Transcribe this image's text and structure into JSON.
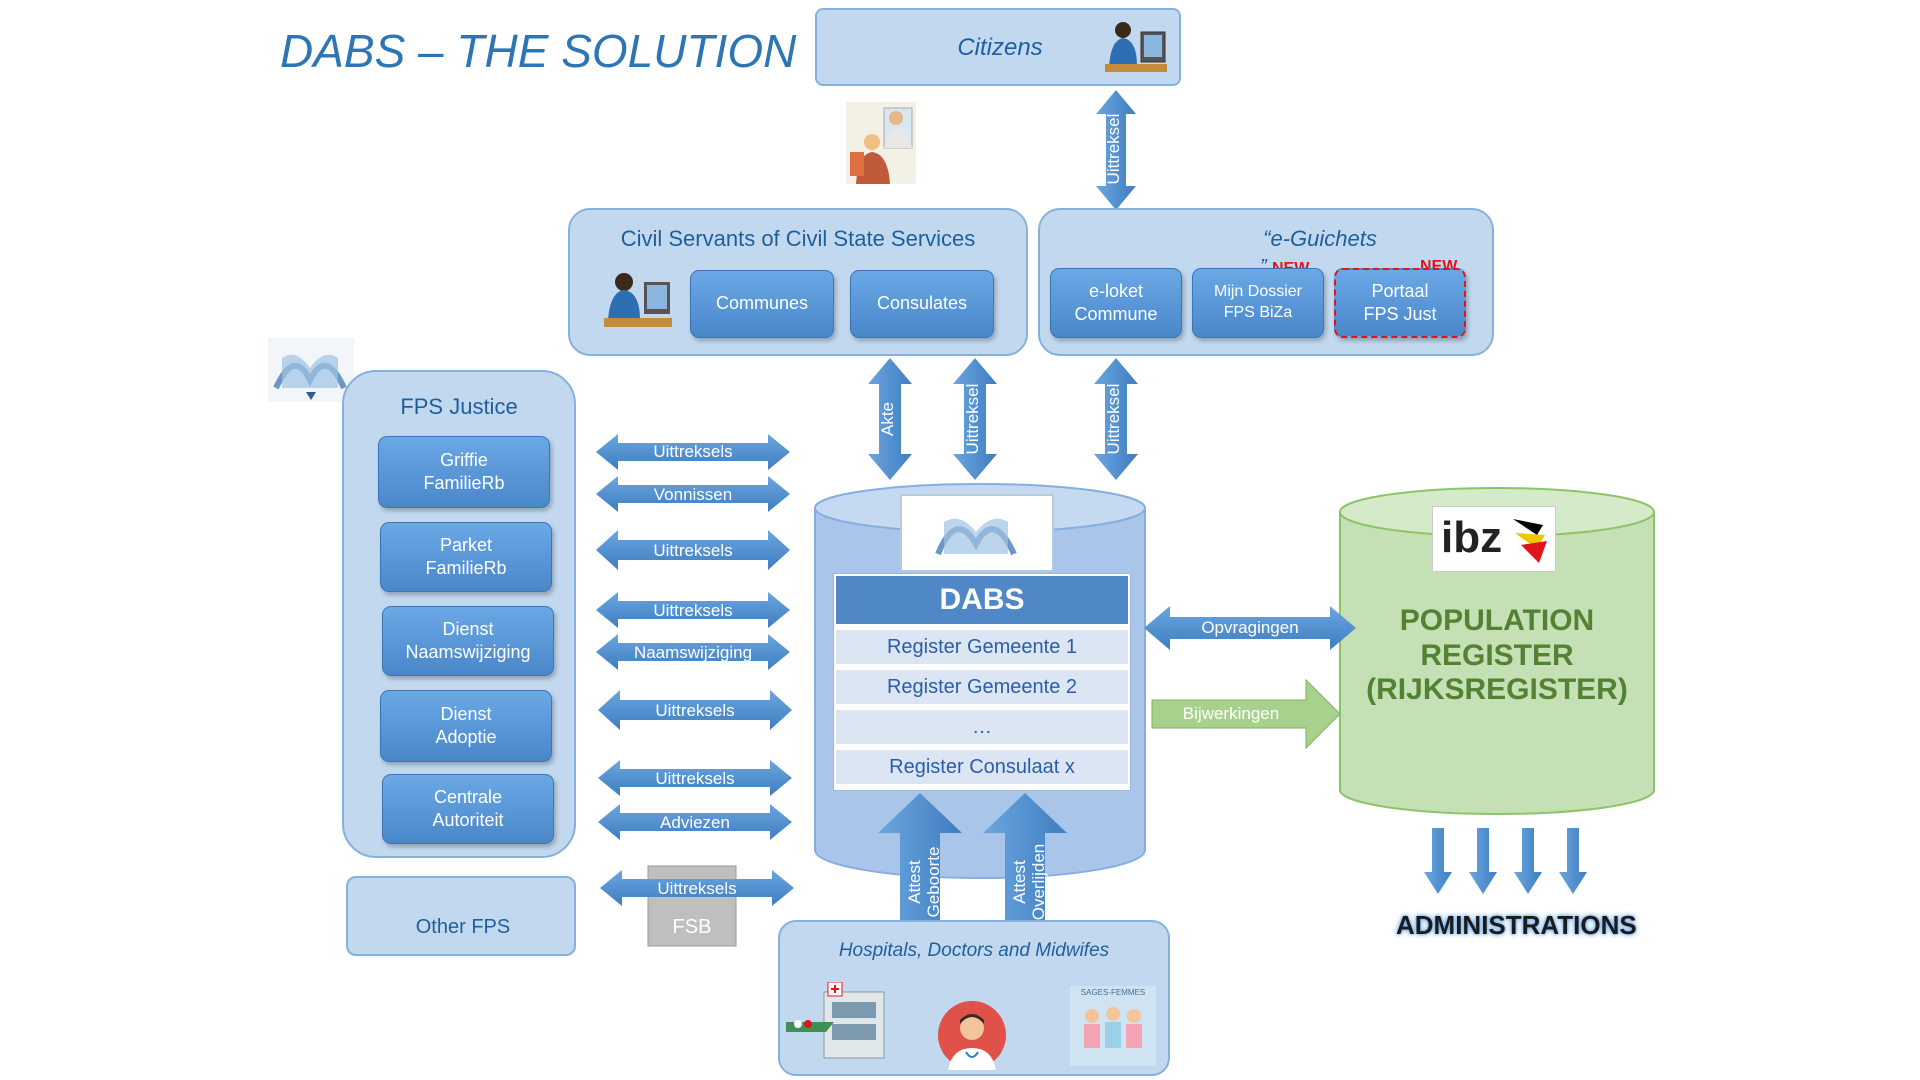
{
  "title": "DABS – THE SOLUTION",
  "citizens": {
    "label": "Citizens"
  },
  "civil_servants": {
    "title": "Civil Servants of Civil State Services",
    "tiles": [
      "Communes",
      "Consulates"
    ]
  },
  "eguichets": {
    "title": "“e-Guichets",
    "quote_end": "”",
    "tiles": [
      "e-loket\nCommune",
      "Mijn Dossier\nFPS BiZa",
      "Portaal\nFPS Just"
    ],
    "new_badge": "NEW"
  },
  "fps_justice": {
    "title": "FPS Justice",
    "tiles": [
      "Griffie\nFamilieRb",
      "Parket\nFamilieRb",
      "Dienst\nNaamswijziging",
      "Dienst\nAdoptie",
      "Centrale\nAutoriteit"
    ]
  },
  "other_fps": {
    "label": "Other FPS"
  },
  "fsb": {
    "label": "FSB"
  },
  "arrows": {
    "griffie_1": "Uittreksels",
    "griffie_2": "Vonnissen",
    "parket": "Uittreksels",
    "dienst_naam_1": "Uittreksels",
    "dienst_naam_2": "Naamswijziging",
    "adoptie": "Uittreksels",
    "centrale_1": "Uittreksels",
    "centrale_2": "Adviezen",
    "other_fps": "Uittreksels",
    "citizens_vertical": "Uittreksel",
    "civil_akte": "Akte",
    "civil_uittreksel": "Uittreksel",
    "eguichet_uittreksel": "Uittreksel",
    "opvragingen": "Opvragingen",
    "bijwerkingen": "Bijwerkingen",
    "geboorte": "Attest\nGeboorte",
    "overlijden": "Attest\nOverlijden"
  },
  "dabs": {
    "header": "DABS",
    "rows": [
      "Register Gemeente 1",
      "Register Gemeente 2",
      "…",
      "Register Consulaat x"
    ]
  },
  "population": {
    "logo_text": "ibz",
    "label": "POPULATION\nREGISTER\n(RIJKSREGISTER)"
  },
  "administrations": {
    "label": "ADMINISTRATIONS"
  },
  "hospitals": {
    "title": "Hospitals, Doctors and Midwifes",
    "midwife_sign": "SAGES-FEMMES"
  },
  "colors": {
    "accent_blue": "#2e75b6",
    "arrow_blue": "#4f8fd0",
    "panel_fill": "#c2d8ef",
    "green_cylinder": "#c5e0b4",
    "green_text": "#548235",
    "new_red": "#e0151c"
  }
}
